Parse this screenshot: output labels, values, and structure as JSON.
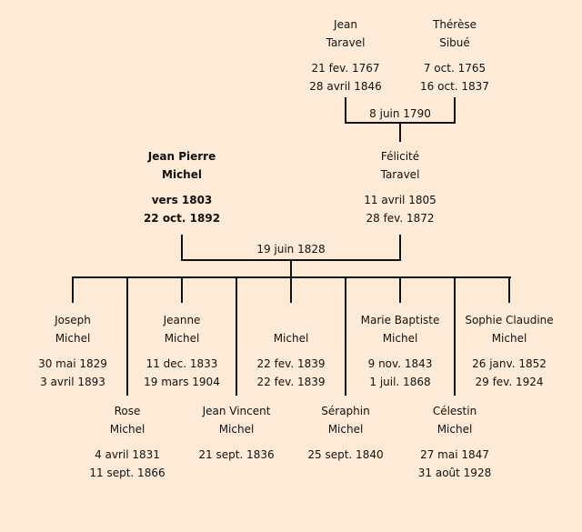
{
  "people": {
    "jean_taravel": {
      "first": "Jean",
      "last": "Taravel",
      "birth": "21 fev. 1767",
      "death": "28 avril 1846"
    },
    "therese_sibue": {
      "first": "Thérèse",
      "last": "Sibué",
      "birth": "7 oct. 1765",
      "death": "16 oct. 1837"
    },
    "jean_pierre_michel": {
      "first": "Jean Pierre",
      "last": "Michel",
      "birth": "vers 1803",
      "death": "22 oct. 1892"
    },
    "felicite_taravel": {
      "first": "Félicité",
      "last": "Taravel",
      "birth": "11 avril 1805",
      "death": "28 fev. 1872"
    }
  },
  "marriages": {
    "taravel_sibue": "8 juin 1790",
    "michel_taravel": "19 juin 1828"
  },
  "children": [
    {
      "first": "Joseph",
      "last": "Michel",
      "birth": "30 mai 1829",
      "death": "3 avril 1893"
    },
    {
      "first": "Rose",
      "last": "Michel",
      "birth": "4 avril 1831",
      "death": "11 sept. 1866"
    },
    {
      "first": "Jeanne",
      "last": "Michel",
      "birth": "11 dec. 1833",
      "death": "19 mars 1904"
    },
    {
      "first": "Jean Vincent",
      "last": "Michel",
      "birth": "21 sept. 1836",
      "death": ""
    },
    {
      "first": "",
      "last": "Michel",
      "birth": "22 fev. 1839",
      "death": "22 fev. 1839"
    },
    {
      "first": "Séraphin",
      "last": "Michel",
      "birth": "25 sept. 1840",
      "death": ""
    },
    {
      "first": "Marie Baptiste",
      "last": "Michel",
      "birth": "9 nov. 1843",
      "death": "1 juil. 1868"
    },
    {
      "first": "Célestin",
      "last": "Michel",
      "birth": "27 mai 1847",
      "death": "31 août 1928"
    },
    {
      "first": "Sophie Claudine",
      "last": "Michel",
      "birth": "26 janv. 1852",
      "death": "29 fev. 1924"
    }
  ]
}
